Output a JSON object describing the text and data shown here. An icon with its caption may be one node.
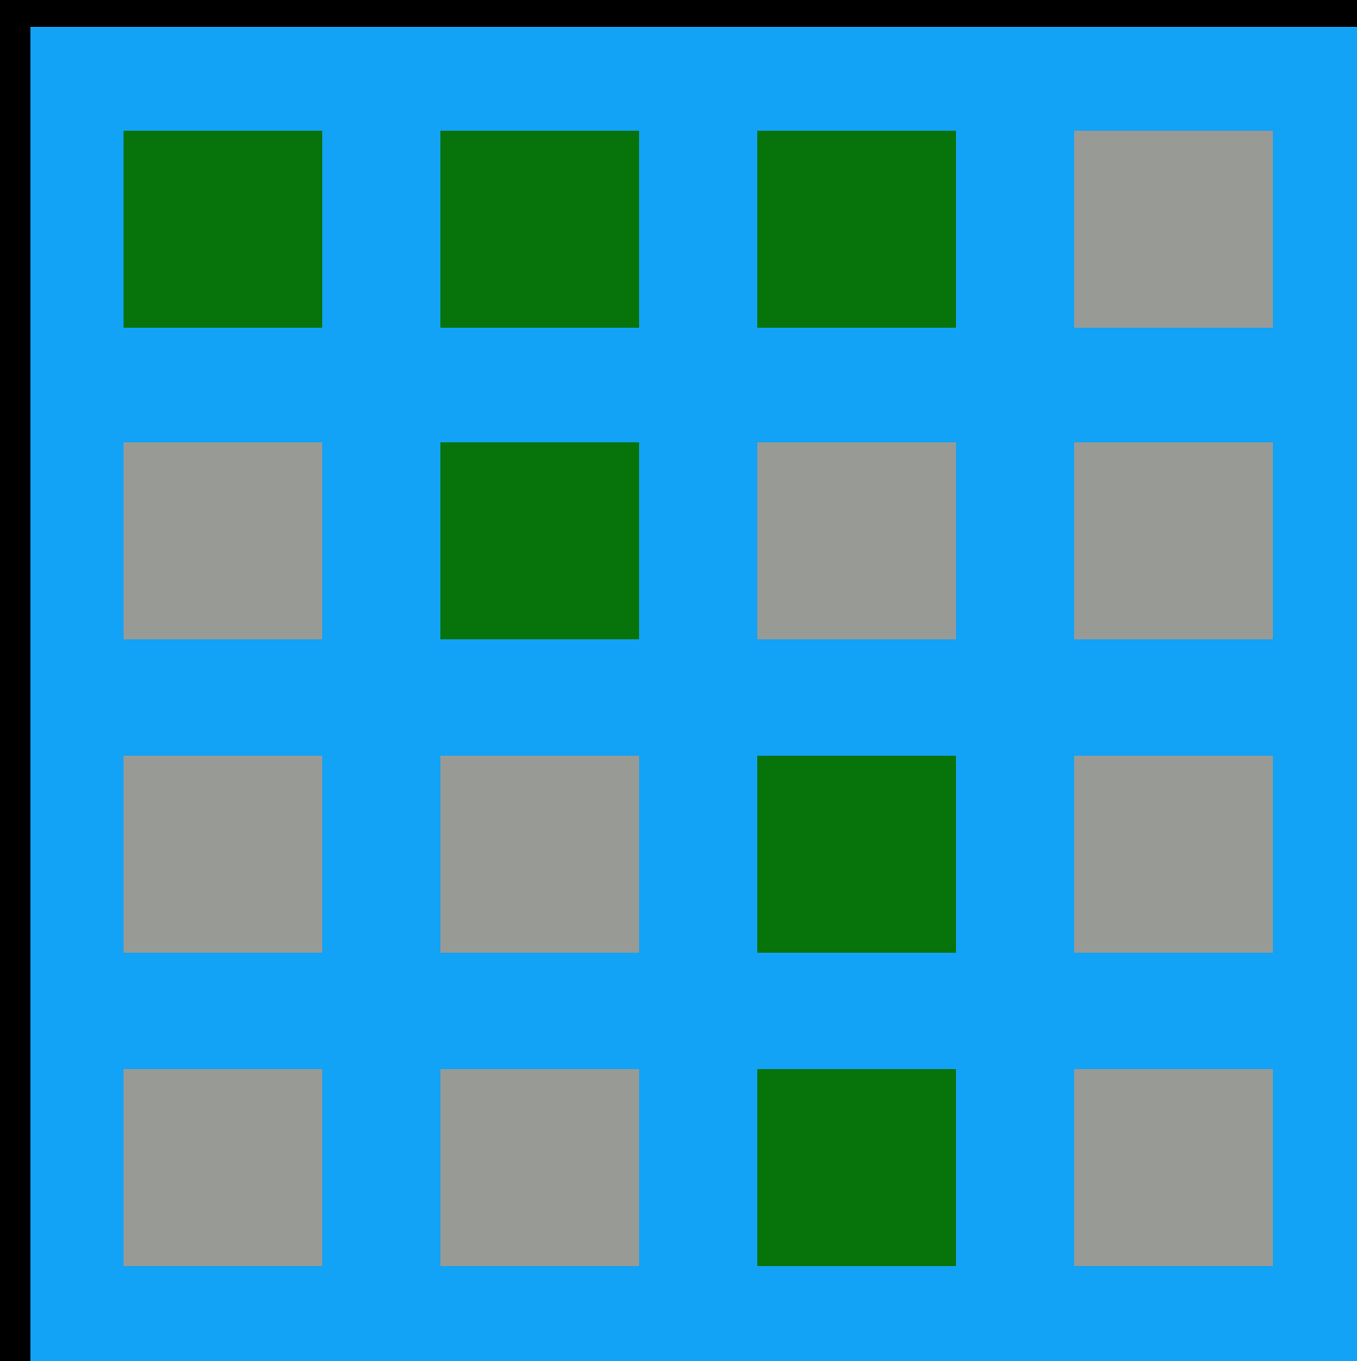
{
  "diagram": {
    "nodes": [
      {
        "text": [],
        "shape": "box"
      },
      {
        "text": [],
        "shape": "box",
        "in": 0
      },
      {
        "text": [],
        "shape": "box",
        "in": 0
      },
      {
        "text": [],
        "shape": "box",
        "in": 0
      },
      {
        "text": [],
        "shape": "box",
        "in": 0
      },
      {
        "text": [],
        "shape": "box",
        "in": 0
      },
      {
        "text": [],
        "shape": "box",
        "in": 0
      },
      {
        "text": [],
        "shape": "box",
        "in": 0
      },
      {
        "text": [],
        "shape": "box",
        "in": 0
      },
      {
        "text": [],
        "shape": "box",
        "in": 0
      },
      {
        "text": [],
        "shape": "box",
        "in": 0
      },
      {
        "text": [],
        "shape": "box",
        "in": 0
      },
      {
        "text": [],
        "shape": "box",
        "in": 0
      },
      {
        "text": [],
        "shape": "box",
        "in": 0
      },
      {
        "text": [],
        "shape": "box",
        "in": 0
      },
      {
        "text": [],
        "shape": "box",
        "in": 0
      },
      {
        "text": [],
        "shape": "box",
        "in": 0
      }
    ]
  }
}
